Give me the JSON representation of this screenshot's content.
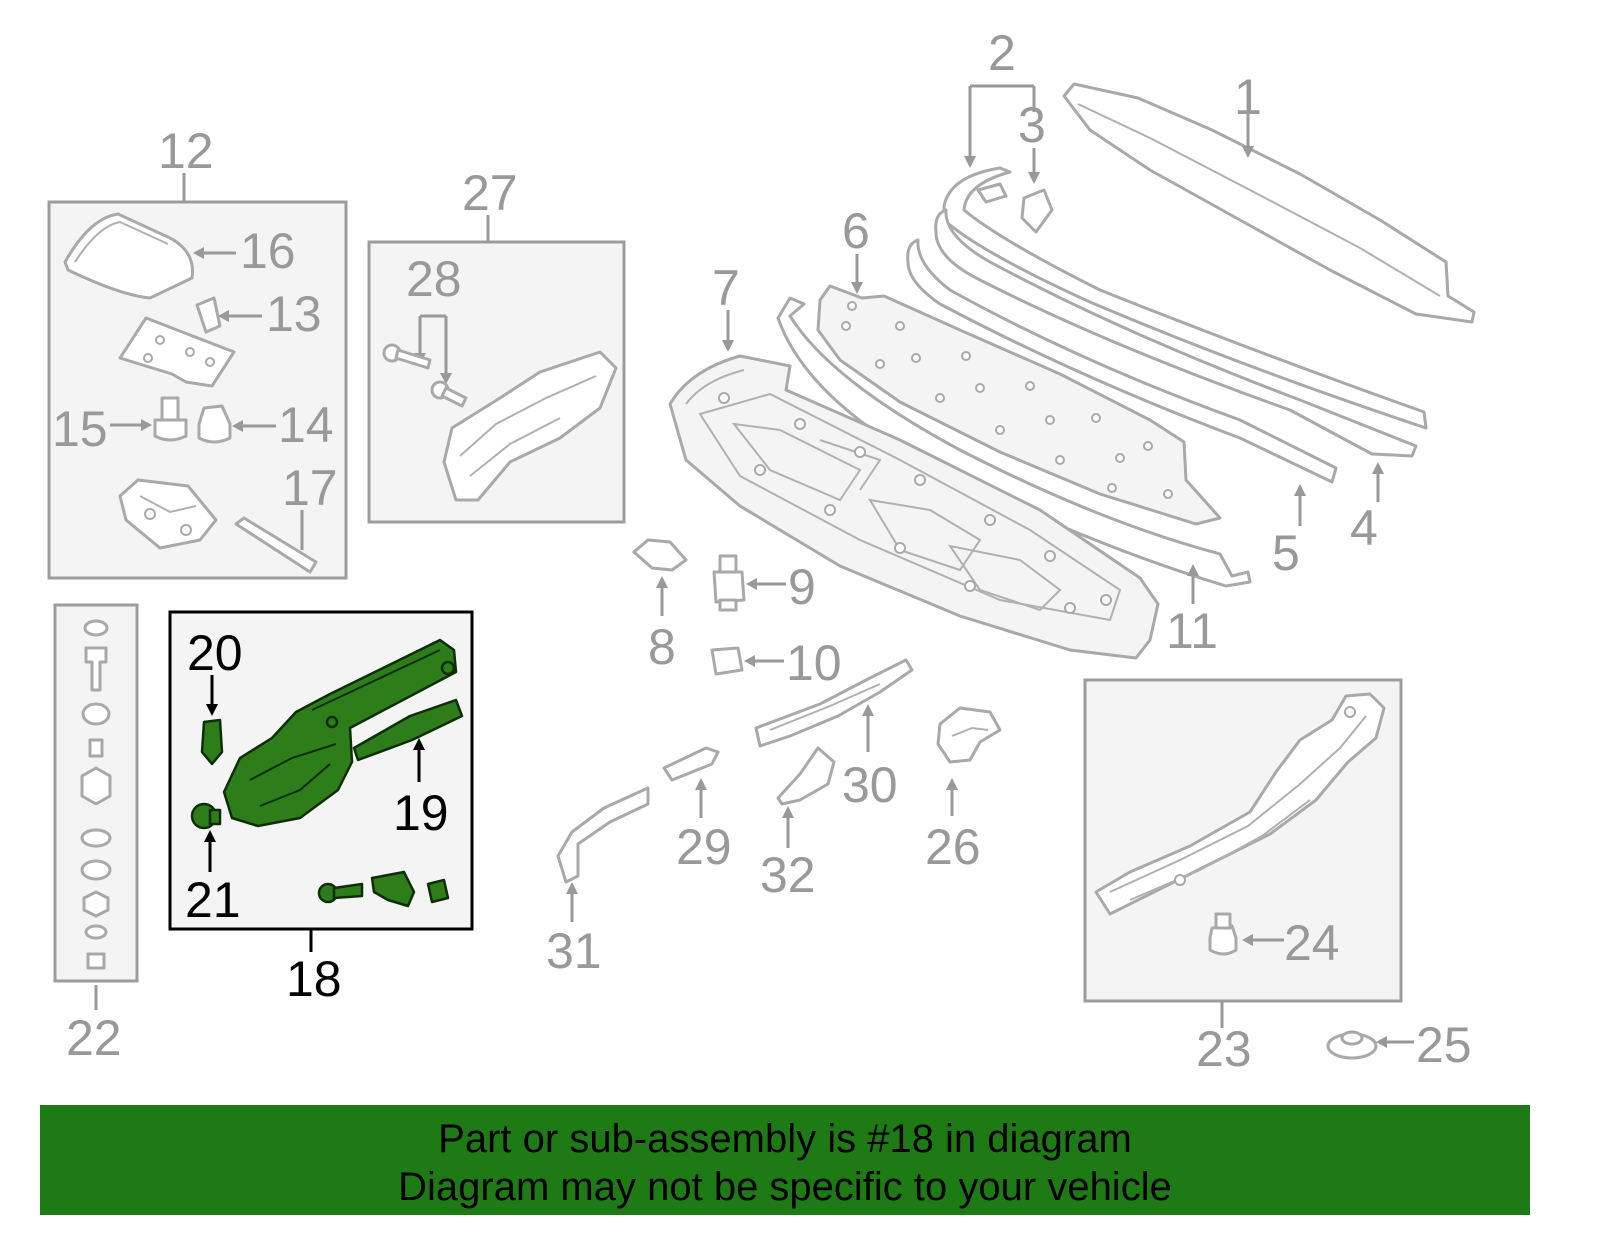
{
  "diagram": {
    "highlight_color": "#2e7d1b",
    "callouts": {
      "c1": "1",
      "c2": "2",
      "c3": "3",
      "c4": "4",
      "c5": "5",
      "c6": "6",
      "c7": "7",
      "c8": "8",
      "c9": "9",
      "c10": "10",
      "c11": "11",
      "c12": "12",
      "c13": "13",
      "c14": "14",
      "c15": "15",
      "c16": "16",
      "c17": "17",
      "c18": "18",
      "c19": "19",
      "c20": "20",
      "c21": "21",
      "c22": "22",
      "c23": "23",
      "c24": "24",
      "c25": "25",
      "c26": "26",
      "c27": "27",
      "c28": "28",
      "c29": "29",
      "c30": "30",
      "c31": "31",
      "c32": "32"
    },
    "highlighted_part": "18"
  },
  "banner": {
    "line1": "Part or sub-assembly is #18 in diagram",
    "line2": "Diagram may not be specific to your vehicle",
    "background": "#1e7a15"
  }
}
